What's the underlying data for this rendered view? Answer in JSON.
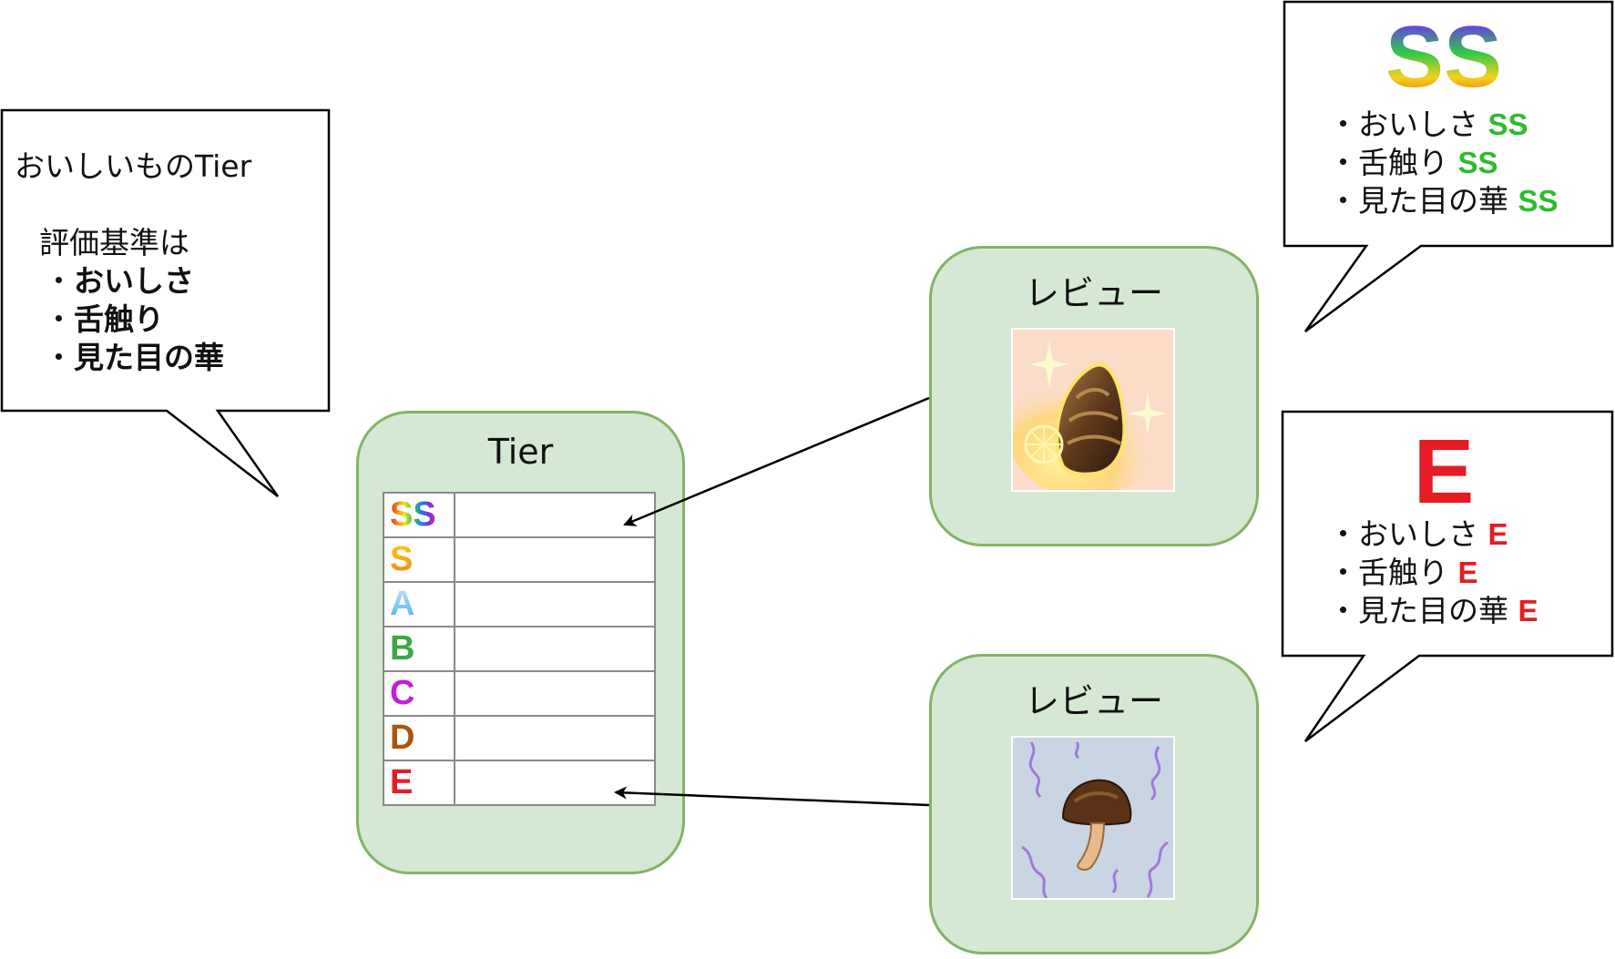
{
  "criteria_bubble": {
    "title": "おいしいものTier",
    "intro": "評価基準は",
    "items": [
      "おいしさ",
      "舌触り",
      "見た目の華"
    ],
    "bullet": "・"
  },
  "tier_box": {
    "title": "Tier",
    "rows": [
      {
        "label": "SS",
        "style": "rainbow"
      },
      {
        "label": "S",
        "style": "gold-gradient",
        "color": "#f5a21a"
      },
      {
        "label": "A",
        "style": "sky-gradient",
        "color": "#7ec8f6"
      },
      {
        "label": "B",
        "color": "#3aa843"
      },
      {
        "label": "C",
        "color": "#c21fd6"
      },
      {
        "label": "D",
        "color": "#a8560e"
      },
      {
        "label": "E",
        "color": "#e51c23"
      }
    ]
  },
  "review_top": {
    "title": "レビュー",
    "image_icon": "sparkling-mushroom-cap-icon"
  },
  "review_bottom": {
    "title": "レビュー",
    "image_icon": "dark-mushroom-icon"
  },
  "bubble_ss": {
    "grade": "SS",
    "bullet": "・",
    "items": [
      {
        "label": "おいしさ",
        "grade": "SS"
      },
      {
        "label": "舌触り",
        "grade": "SS"
      },
      {
        "label": "見た目の華",
        "grade": "SS"
      }
    ],
    "grade_color": "#2dbb2d"
  },
  "bubble_e": {
    "grade": "E",
    "bullet": "・",
    "items": [
      {
        "label": "おいしさ",
        "grade": "E"
      },
      {
        "label": "舌触り",
        "grade": "E"
      },
      {
        "label": "見た目の華",
        "grade": "E"
      }
    ],
    "grade_color": "#e51c23"
  },
  "colors": {
    "container_fill": "#d5e8d4",
    "container_stroke": "#82b366"
  }
}
